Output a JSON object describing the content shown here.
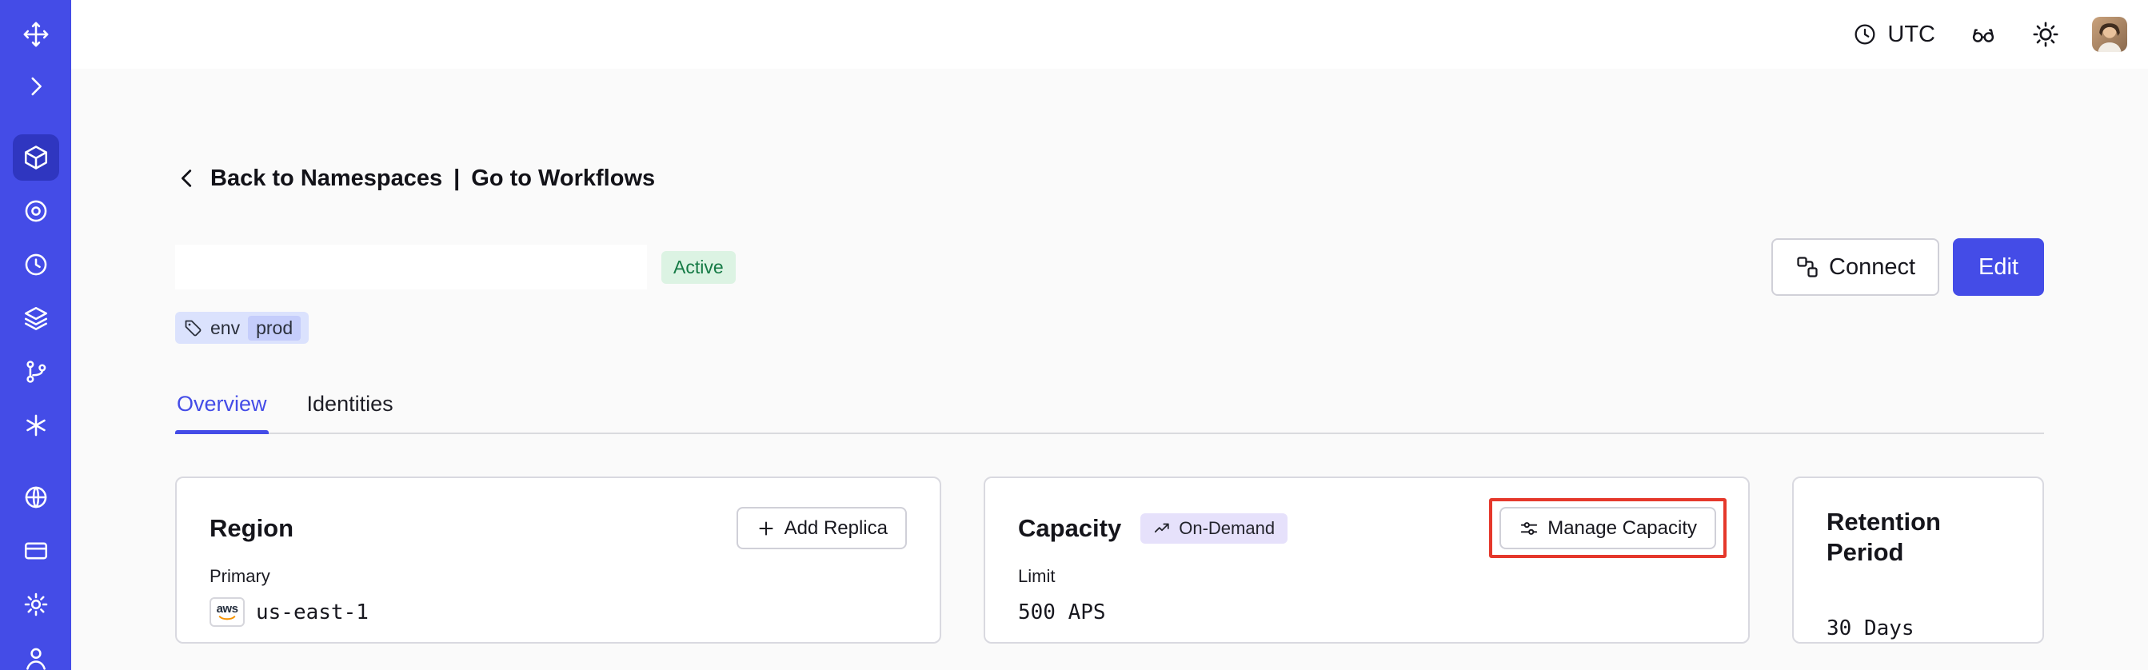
{
  "colors": {
    "sidebar_bg": "#444ce7",
    "accent": "#444ce7",
    "annotation": "#e5382b",
    "content_bg": "#fafafa",
    "active_badge_bg": "#dcf3e3",
    "active_badge_text": "#157a45",
    "tag_chip_bg": "#dbe2fd",
    "tag_value_bg": "#c5cdfb",
    "on_demand_badge_bg": "#e6e1fb"
  },
  "topbar": {
    "timezone_label": "UTC"
  },
  "breadcrumb": {
    "back_label": "Back to Namespaces",
    "separator": "|",
    "workflows_label": "Go to Workflows"
  },
  "header": {
    "status_badge": "Active",
    "tag": {
      "key": "env",
      "value": "prod"
    },
    "connect_label": "Connect",
    "edit_label": "Edit"
  },
  "tabs": [
    {
      "label": "Overview"
    },
    {
      "label": "Identities"
    }
  ],
  "cards": {
    "region": {
      "title": "Region",
      "add_replica_label": "Add Replica",
      "primary_label": "Primary",
      "provider": "aws",
      "region_value": "us-east-1"
    },
    "capacity": {
      "title": "Capacity",
      "badge_label": "On-Demand",
      "manage_label": "Manage Capacity",
      "limit_label": "Limit",
      "limit_value": "500 APS"
    },
    "retention": {
      "title": "Retention Period",
      "value": "30 Days"
    }
  }
}
